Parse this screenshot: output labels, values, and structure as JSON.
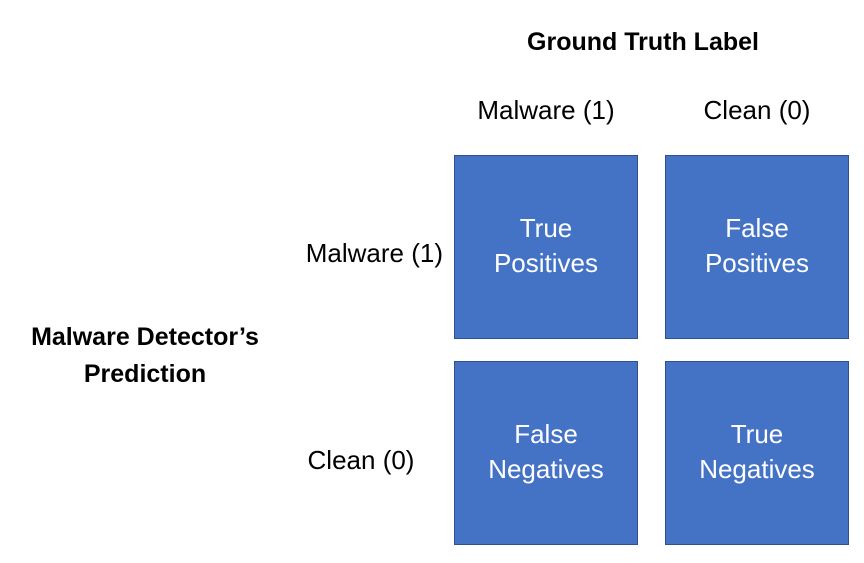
{
  "column_header": {
    "title": "Ground Truth Label",
    "labels": [
      "Malware (1)",
      "Clean (0)"
    ]
  },
  "row_header": {
    "title_line1": "Malware Detector’s",
    "title_line2": "Prediction",
    "labels": [
      "Malware (1)",
      "Clean (0)"
    ]
  },
  "cells": [
    [
      {
        "line1": "True",
        "line2": "Positives"
      },
      {
        "line1": "False",
        "line2": "Positives"
      }
    ],
    [
      {
        "line1": "False",
        "line2": "Negatives"
      },
      {
        "line1": "True",
        "line2": "Negatives"
      }
    ]
  ],
  "colors": {
    "cell_fill": "#4472c4",
    "cell_border": "#2f528f",
    "cell_text": "#ffffff"
  }
}
